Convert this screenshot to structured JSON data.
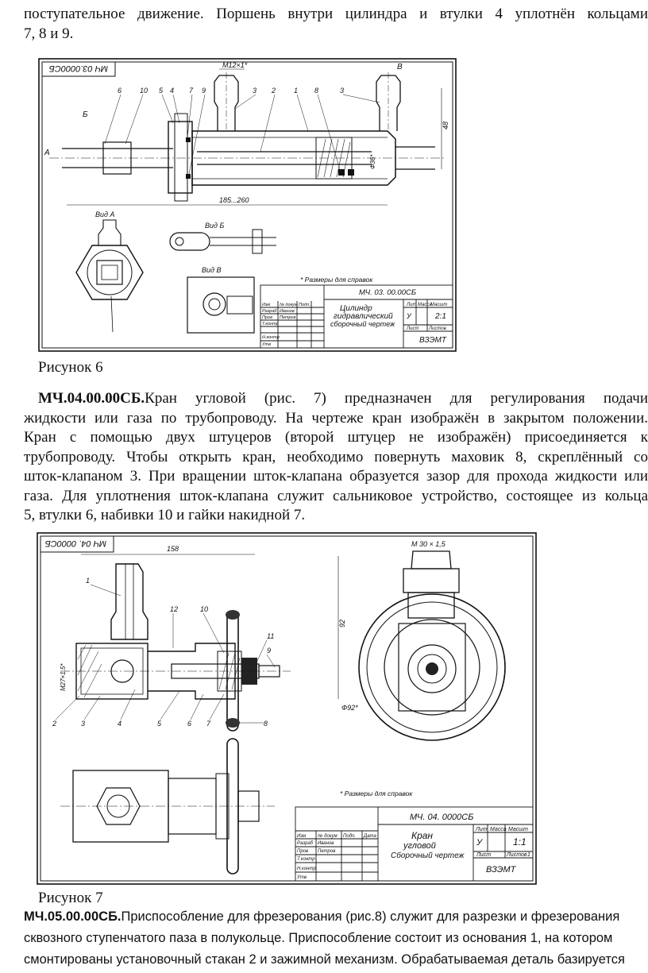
{
  "top_text": {
    "line1": "поступательное движение. Поршень внутри цилиндра и втулки 4 уплотнён кольцами",
    "line2": "7, 8 и 9."
  },
  "figure6": {
    "caption": "Рисунок 6",
    "stamp_code": "МЧ 03.0000СБ",
    "title_code": "МЧ. 03. 00.00СБ",
    "title_name_1": "Цилиндр",
    "title_name_2": "гидравлический",
    "title_name_3": "сборочный чертеж",
    "scale": "2:1",
    "org": "ВЗЭМТ",
    "lit": "У",
    "note": "* Размеры  для  справок",
    "view_a": "Вид А",
    "view_b": "Вид Б",
    "view_v": "Вид В",
    "thread": "М12×1*",
    "dim_len": "185...260",
    "dim_48": "48",
    "dim_d36": "Ф36*",
    "label_a": "А",
    "label_b": "Б",
    "label_v": "В",
    "callouts": [
      "6",
      "10",
      "5",
      "4",
      "7",
      "9",
      "3",
      "2",
      "1",
      "8",
      "3"
    ]
  },
  "para7": {
    "bold": "МЧ.04.00.00СБ.",
    "lines": [
      "Кран угловой (рис. 7) предназначен для регулирования подачи",
      "жидкости или газа по трубопроводу. На чертеже кран изображён в закрытом положении.",
      "Кран с помощью двух штуцеров (второй штуцер не изображён) присоединяется к",
      "трубопроводу. Чтобы открыть кран, необходимо повернуть маховик 8, скреплённый со",
      "шток-клапаном 3. При вращении шток-клапана образуется зазор для прохода жидкости или",
      "газа. Для уплотнения шток-клапана служит сальниковое устройство, состоящее из кольца",
      "5, втулки 6, набивки 10 и гайки накидной 7."
    ]
  },
  "figure7": {
    "caption": "Рисунок 7",
    "stamp_code": "МЧ 04. 0000СБ",
    "title_code": "МЧ. 04. 0000СБ",
    "title_name_1": "Кран",
    "title_name_2": "угловой",
    "title_name_3": "Сборочный чертеж",
    "scale": "1:1",
    "org": "ВЗЭМТ",
    "lit": "У",
    "note": "* Размеры  для  справок",
    "dim_158": "158",
    "dim_92": "92",
    "dim_d92": "Ф92*",
    "thread_m30": "М 30 × 1,5",
    "thread_m27": "М27×1,5*",
    "callouts": [
      "1",
      "12",
      "10",
      "11",
      "9",
      "2",
      "3",
      "4",
      "5",
      "6",
      "7",
      "8"
    ]
  },
  "stamp_table": {
    "izm": "Изм",
    "list": "Лист",
    "ndokum": "№ докум",
    "podp": "Подп.",
    "data": "Дата",
    "razrab": "Разраб",
    "prov": "Пров",
    "tkontr": "Т.контр",
    "nkontr": "Н.контр",
    "utv": "Утв",
    "ivanov": "Иванов",
    "petrov": "Петров",
    "lit_h": "Лит",
    "massa_h": "Масса",
    "masht_h": "Масшт",
    "list_h": "Лист",
    "listov_h": "Листов",
    "listov_val": "1"
  },
  "para8": {
    "bold": "МЧ.05.00.00СБ.",
    "lines": [
      "Приспособление для фрезерования (рис.8) служит для разрезки и фрезерования",
      "сквозного ступенчатого паза в полукольце. Приспособление состоит из основания 1, на котором",
      "смонтированы установочный стакан 2 и зажимной механизм. Обрабатываемая деталь базируется"
    ]
  }
}
